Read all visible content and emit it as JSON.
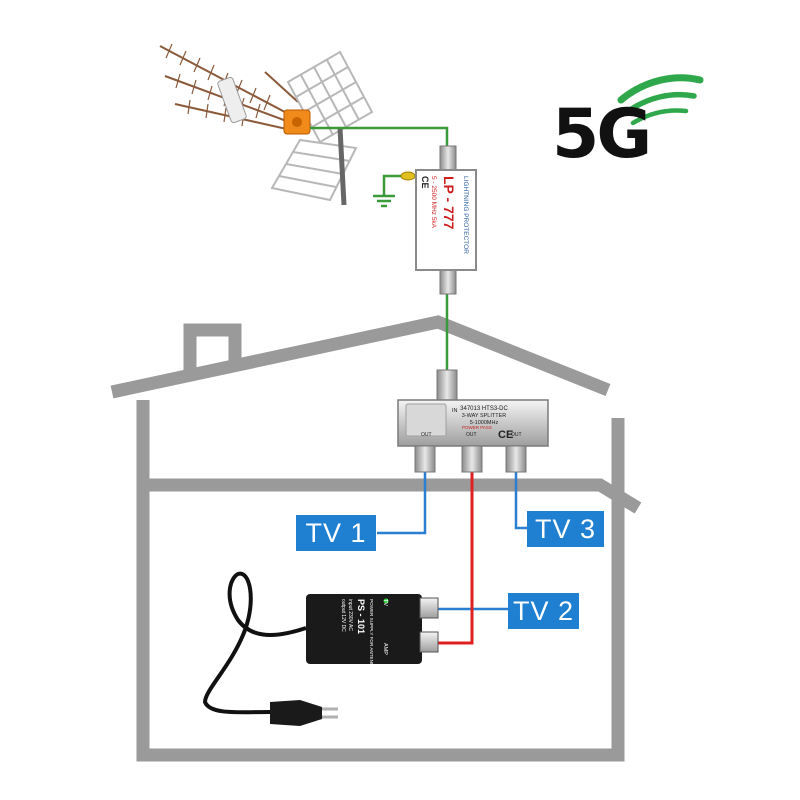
{
  "brand_logo": {
    "text": "5G",
    "wave_color": "#2ea84a"
  },
  "tv_outputs": [
    "TV 1",
    "TV 3",
    "TV 2"
  ],
  "lightning_protector": {
    "model": "LP - 777",
    "label": "LIGHTNING PROTECTOR",
    "spec": "5 - 2500 MHz   5kA",
    "mark": "CE"
  },
  "splitter": {
    "model": "347013 HTS3-DC",
    "type": "3-WAY SPLITTER",
    "freq": "5-1000MHz",
    "power_pass": "POWER PASS",
    "port_in": "IN",
    "ports_out": [
      "OUT",
      "OUT",
      "OUT"
    ],
    "mark": "CE"
  },
  "power_supply": {
    "model": "PS - 101",
    "description": "POWER SUPPLY FOR ANTENNA AMPLIFIERS",
    "input": "input 230V AC",
    "output": "output 12V DC",
    "port_tv": "TV",
    "port_amp": "AMP"
  },
  "colors": {
    "house_outline": "#9a9a9a",
    "antenna_cable": "#3a9a3a",
    "tv_cable": "#2a7fd0",
    "power_cable": "#e02020",
    "label_bg": "#1f7fd0"
  },
  "icons": [
    "antenna-icon",
    "ground-symbol-icon",
    "lightning-protector-icon",
    "splitter-icon",
    "power-supply-icon",
    "power-plug-icon",
    "5g-logo-icon"
  ]
}
